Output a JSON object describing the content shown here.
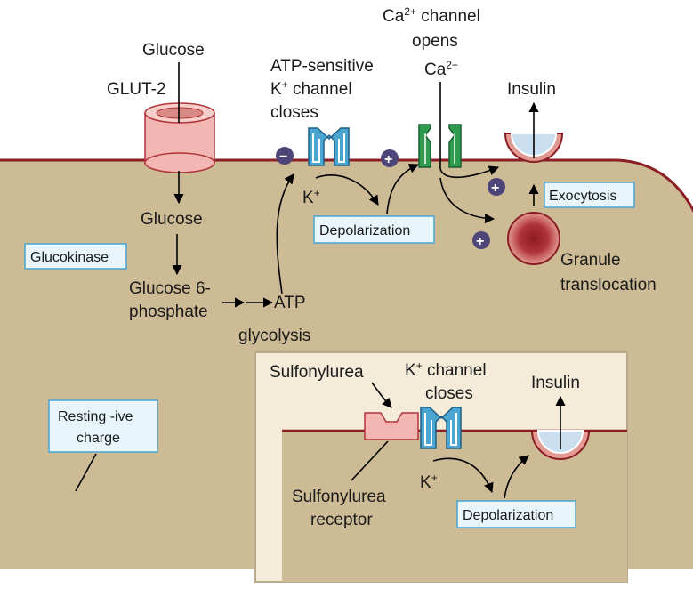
{
  "colors": {
    "cell_fill": "#cdbb96",
    "cell_border": "#8a1e24",
    "inset_bg": "#f4ecd9",
    "inset_border": "#b9a88a",
    "label_box_fill": "#e8f6fb",
    "label_box_border": "#4aa6d1",
    "k_channel": "#4aa6d1",
    "ca_channel": "#2e9b4f",
    "glut_fill": "#f2b7b2",
    "granule": "#a3232b",
    "sign_circle": "#4d4478"
  },
  "icons": [
    "glut2-transporter-icon",
    "k-channel-icon",
    "ca-channel-icon",
    "insulin-granule-icon",
    "sulfonylurea-receptor-icon"
  ],
  "labels": {
    "glucose_top": "Glucose",
    "glut2": "GLUT-2",
    "glucose_mid": "Glucose",
    "glucokinase": "Glucokinase",
    "g6p_line1": "Glucose 6-",
    "g6p_line2": "phosphate",
    "atp": "ATP",
    "glycolysis": "glycolysis",
    "katp_line1": "ATP-sensitive",
    "katp_line2_k": "K",
    "katp_line2_sup": "+",
    "katp_line2_rest": " channel",
    "katp_line3": "closes",
    "k_ion": "K",
    "k_ion_sup": "+",
    "depolarization": "Depolarization",
    "ca_open_line1_ca": "Ca",
    "ca_open_line1_sup": "2+",
    "ca_open_line1_rest": " channel",
    "ca_open_line2": "opens",
    "ca_ion": "Ca",
    "ca_ion_sup": "2+",
    "insulin": "Insulin",
    "exocytosis": "Exocytosis",
    "granule_line1": "Granule",
    "granule_line2": "translocation",
    "resting_line1": "Resting -ive",
    "resting_line2": "charge",
    "minus_sign": "−",
    "plus_sign": "+"
  },
  "inset": {
    "sulfonylurea": "Sulfonylurea",
    "kchannel_k": "K",
    "kchannel_sup": "+",
    "kchannel_rest": " channel",
    "kchannel_line2": "closes",
    "insulin": "Insulin",
    "receptor_line1": "Sulfonylurea",
    "receptor_line2": "receptor",
    "k_ion": "K",
    "k_ion_sup": "+",
    "depolarization": "Depolarization"
  }
}
